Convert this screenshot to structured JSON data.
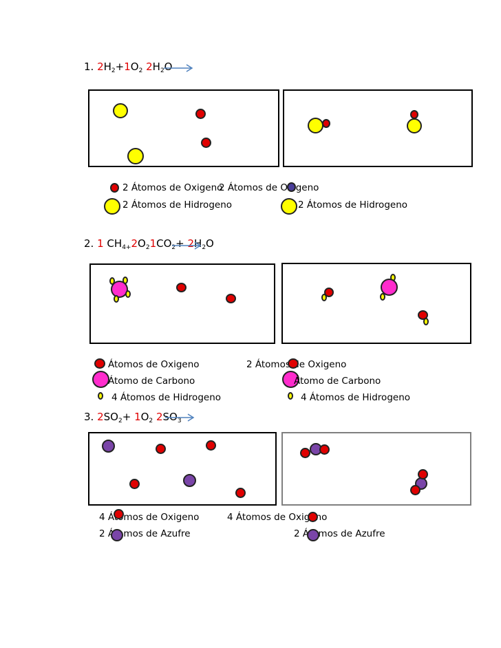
{
  "equations": {
    "eq1": {
      "num": "1.",
      "c1": "2",
      "s1": "H",
      "sub1": "2",
      "plus": "+",
      "c2": "1",
      "s2": "O",
      "sub2": "2",
      "c3": "2",
      "s3a": "H",
      "sub3": "2",
      "s3b": "O"
    },
    "eq2": {
      "num": "2.",
      "c1": "1",
      "s1": "CH",
      "sub1": "4",
      "plus1": "+",
      "c2": "2",
      "s2": "O",
      "sub2": "2",
      "c3": "1",
      "s3": "CO",
      "sub3": "2",
      "plus2": "+",
      "c4": "2",
      "s4a": "H",
      "sub4": "2",
      "s4b": "O"
    },
    "eq3": {
      "num": "3.",
      "c1": "2",
      "s1": "SO",
      "sub1": "2",
      "plus": "+",
      "c2": "1",
      "s2": "O",
      "sub2": "2",
      "c3": "2",
      "s3": "SO",
      "sub3": "3"
    }
  },
  "legends": {
    "l1a": "2 Átomos de Oxigeno",
    "l1b": "2 Átomos de Oxigeno",
    "l1c": "2 Átomos de Hidrogeno",
    "l1d": "2 Átomos de Hidrogeno",
    "l2a": "Átomos de Oxigeno",
    "l2b": "2 Átomos de Oxigeno",
    "l2c": "Átomo de Carbono",
    "l2d": "Átomo de Carbono",
    "l2e": "4 Átomos de Hidrogeno",
    "l2f": "4 Átomos de Hidrogeno",
    "l3a": "4 Átomos de Oxigeno",
    "l3b": "4 Átomos de Oxigeno",
    "l3c": "2 Átomos de Azufre",
    "l3d": "2 Átomos de Azufre"
  },
  "colors": {
    "oxygen": "#e00000",
    "hydrogen": "#ffff00",
    "carbon": "#ff2ccd",
    "sulfur": "#7a45a8",
    "arrow": "#4f81bd"
  }
}
